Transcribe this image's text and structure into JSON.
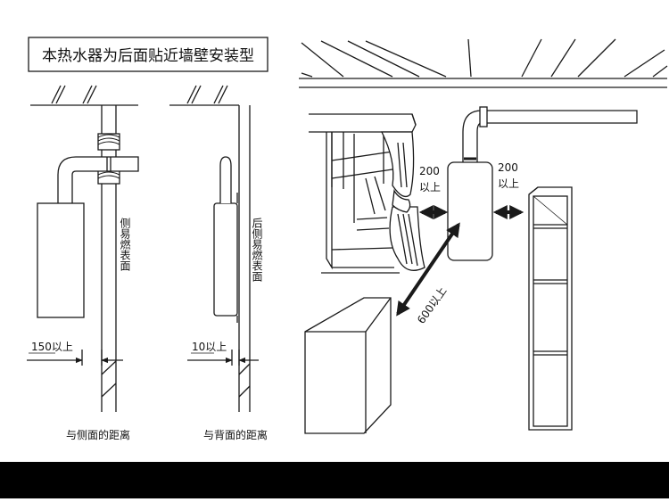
{
  "title": "本热水器为后面贴近墙壁安装型",
  "left_diagram": {
    "side_combustible_label": "侧易燃表面",
    "clearance_label": "150以上",
    "caption": "与侧面的距离"
  },
  "middle_diagram": {
    "back_combustible_label": "后侧易燃表面",
    "clearance_label": "10以上",
    "caption": "与背面的距离"
  },
  "right_scene": {
    "left_clearance_value": "200",
    "left_clearance_unit": "以上",
    "right_clearance_value": "200",
    "right_clearance_unit": "以上",
    "front_clearance_label": "600以上"
  },
  "colors": {
    "line": "#1a1a1a",
    "background": "#ffffff",
    "bottom_bar": "#000000"
  }
}
